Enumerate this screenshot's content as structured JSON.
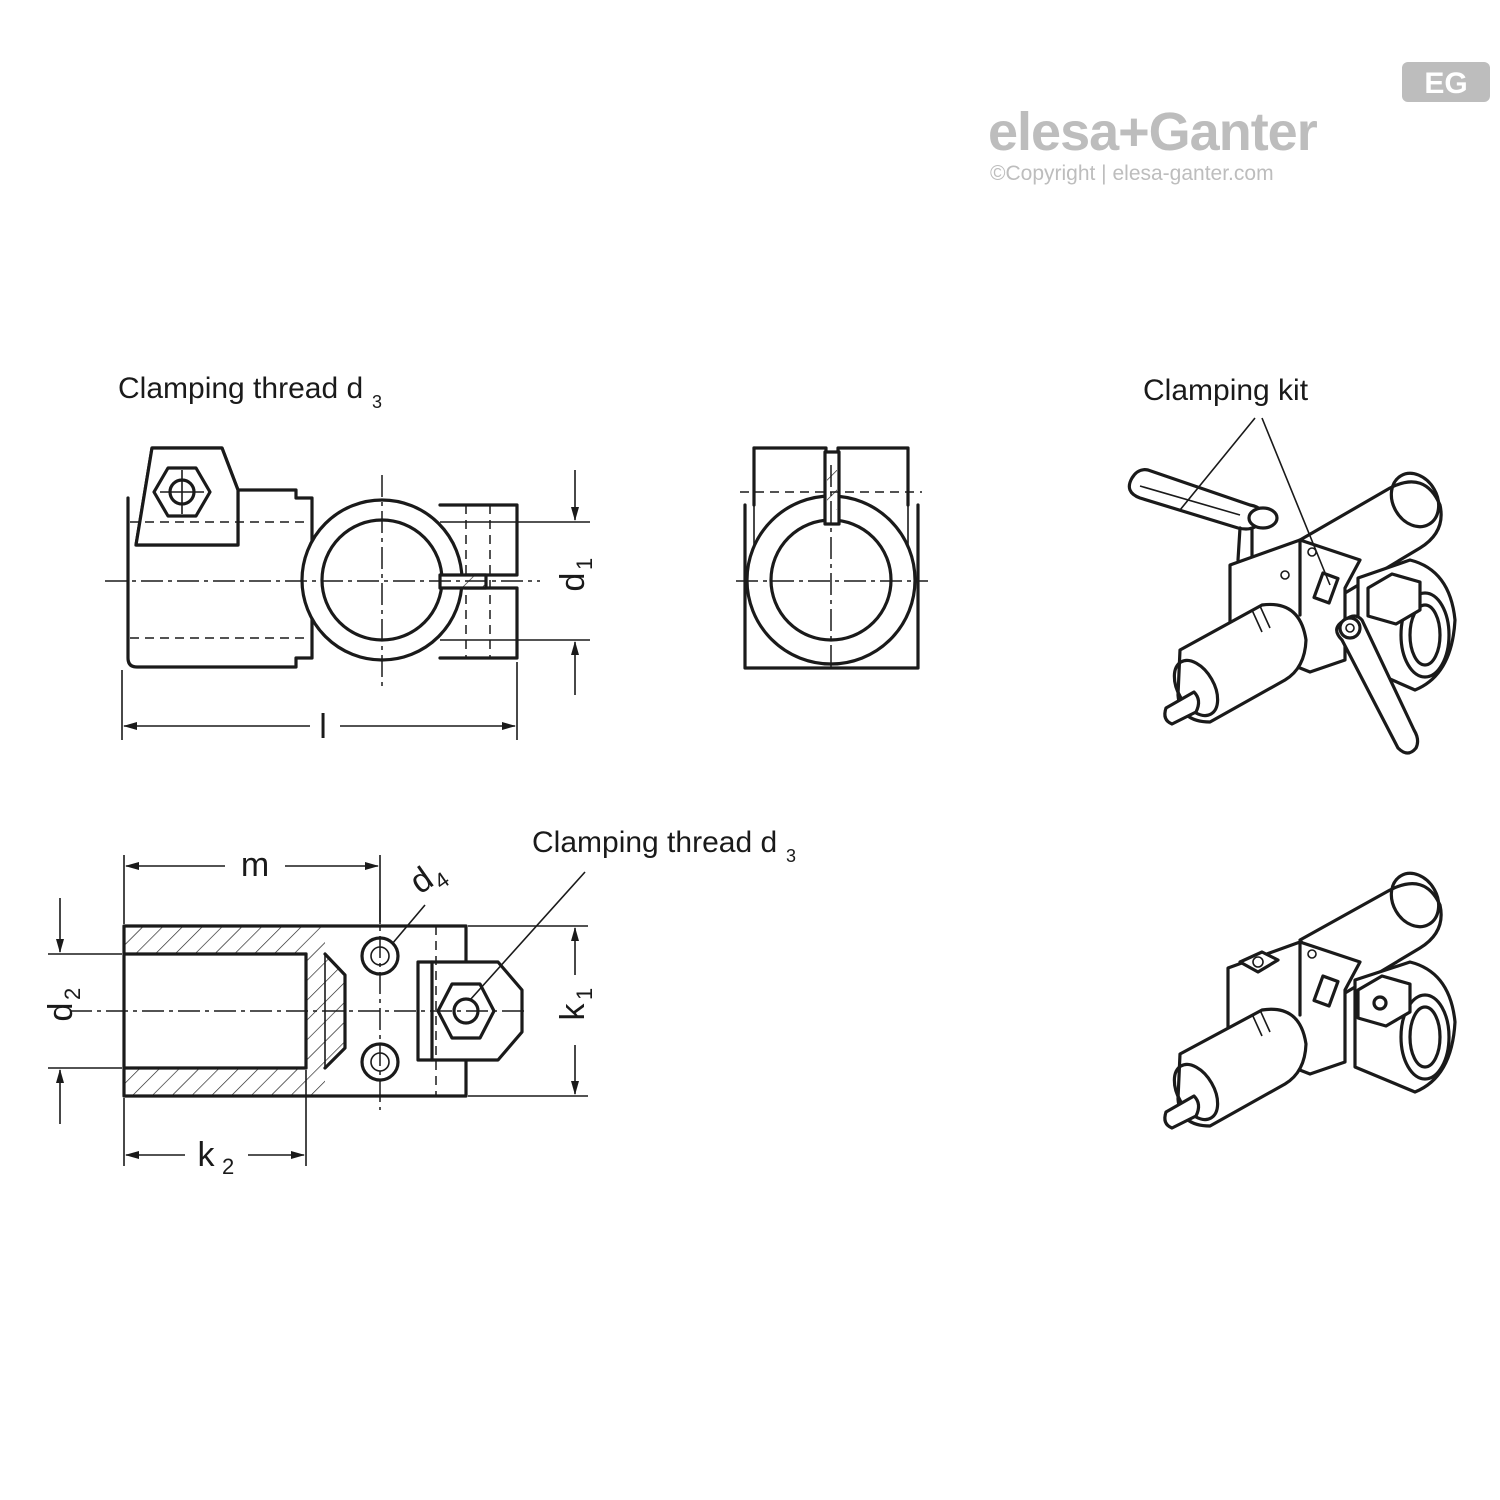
{
  "logo": {
    "brand": "elesa+Ganter",
    "copyright": "©Copyright | elesa-ganter.com",
    "badge": "EG"
  },
  "labels": {
    "clamping_thread_top": "Clamping thread d",
    "clamping_thread_top_sub": "3",
    "clamping_thread_bottom": "Clamping thread d",
    "clamping_thread_bottom_sub": "3",
    "clamping_kit": "Clamping kit"
  },
  "dimensions": {
    "l": "l",
    "d1": "d",
    "d1_sub": "1",
    "m": "m",
    "d4": "d",
    "d4_sub": "4",
    "d2": "d",
    "d2_sub": "2",
    "k1": "k",
    "k1_sub": "1",
    "k2": "k",
    "k2_sub": "2"
  }
}
